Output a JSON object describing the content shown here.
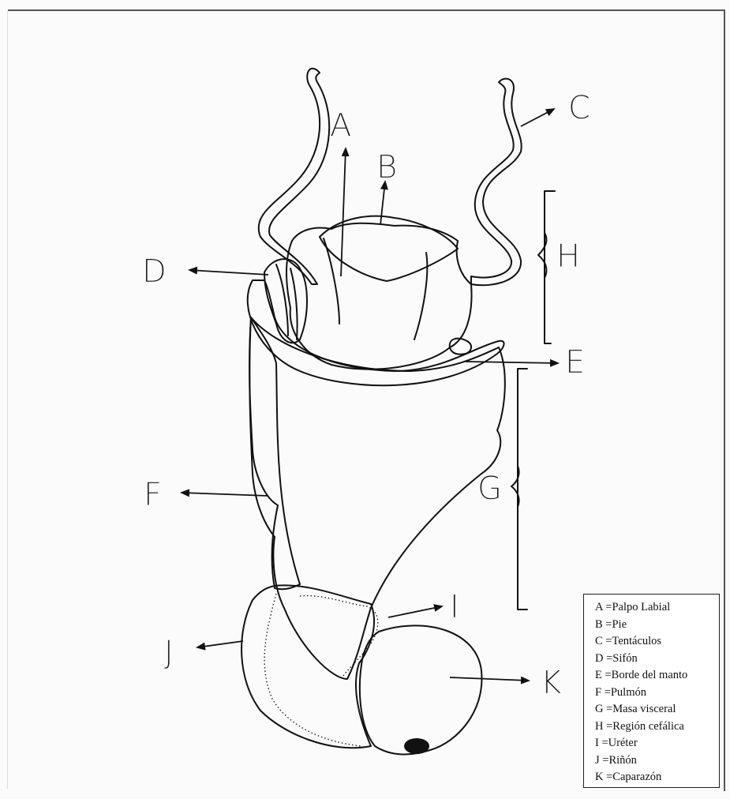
{
  "labels": {
    "A": "A",
    "B": "B",
    "C": "C",
    "D": "D",
    "E": "E",
    "F": "F",
    "G": "G",
    "H": "H",
    "I": "I",
    "J": "J",
    "K": "K"
  },
  "legend": [
    "A =Palpo Labial",
    "B =Pie",
    "C =Tentáculos",
    "D =Sifón",
    "E =Borde del manto",
    "F =Pulmón",
    "G =Masa visceral",
    "H =Región cefálica",
    "I =Uréter",
    "J =Riñón",
    "K =Caparazón"
  ]
}
